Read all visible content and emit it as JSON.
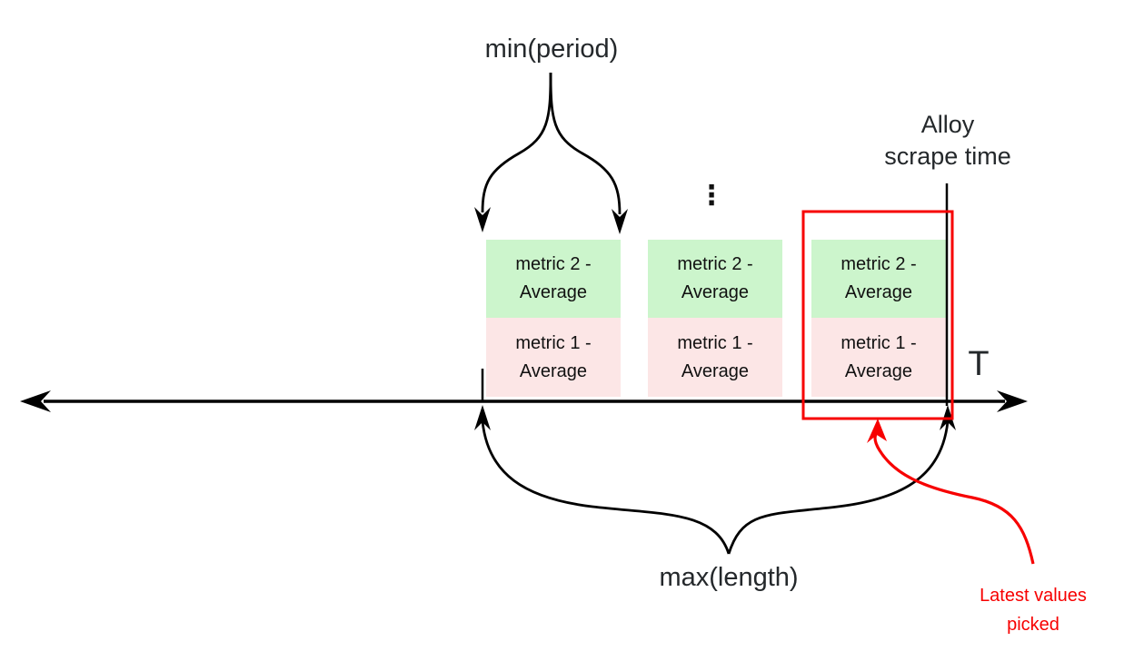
{
  "annotations": {
    "min_period": "min(period)",
    "alloy_line1": "Alloy",
    "alloy_line2": "scrape time",
    "axis_label": "T",
    "max_length": "max(length)",
    "latest_line1": "Latest values",
    "latest_line2": "picked",
    "ellipsis": "⋮"
  },
  "segments": [
    {
      "top": "metric 2 - Average",
      "bottom": "metric 1 - Average"
    },
    {
      "top": "metric 2 - Average",
      "bottom": "metric 1 - Average"
    },
    {
      "top": "metric 2 - Average",
      "bottom": "metric 1 - Average"
    }
  ],
  "colors": {
    "metric2_fill": "#ccf5cc",
    "metric1_fill": "#fce6e6",
    "highlight": "#f70000",
    "ink": "#24282b"
  }
}
